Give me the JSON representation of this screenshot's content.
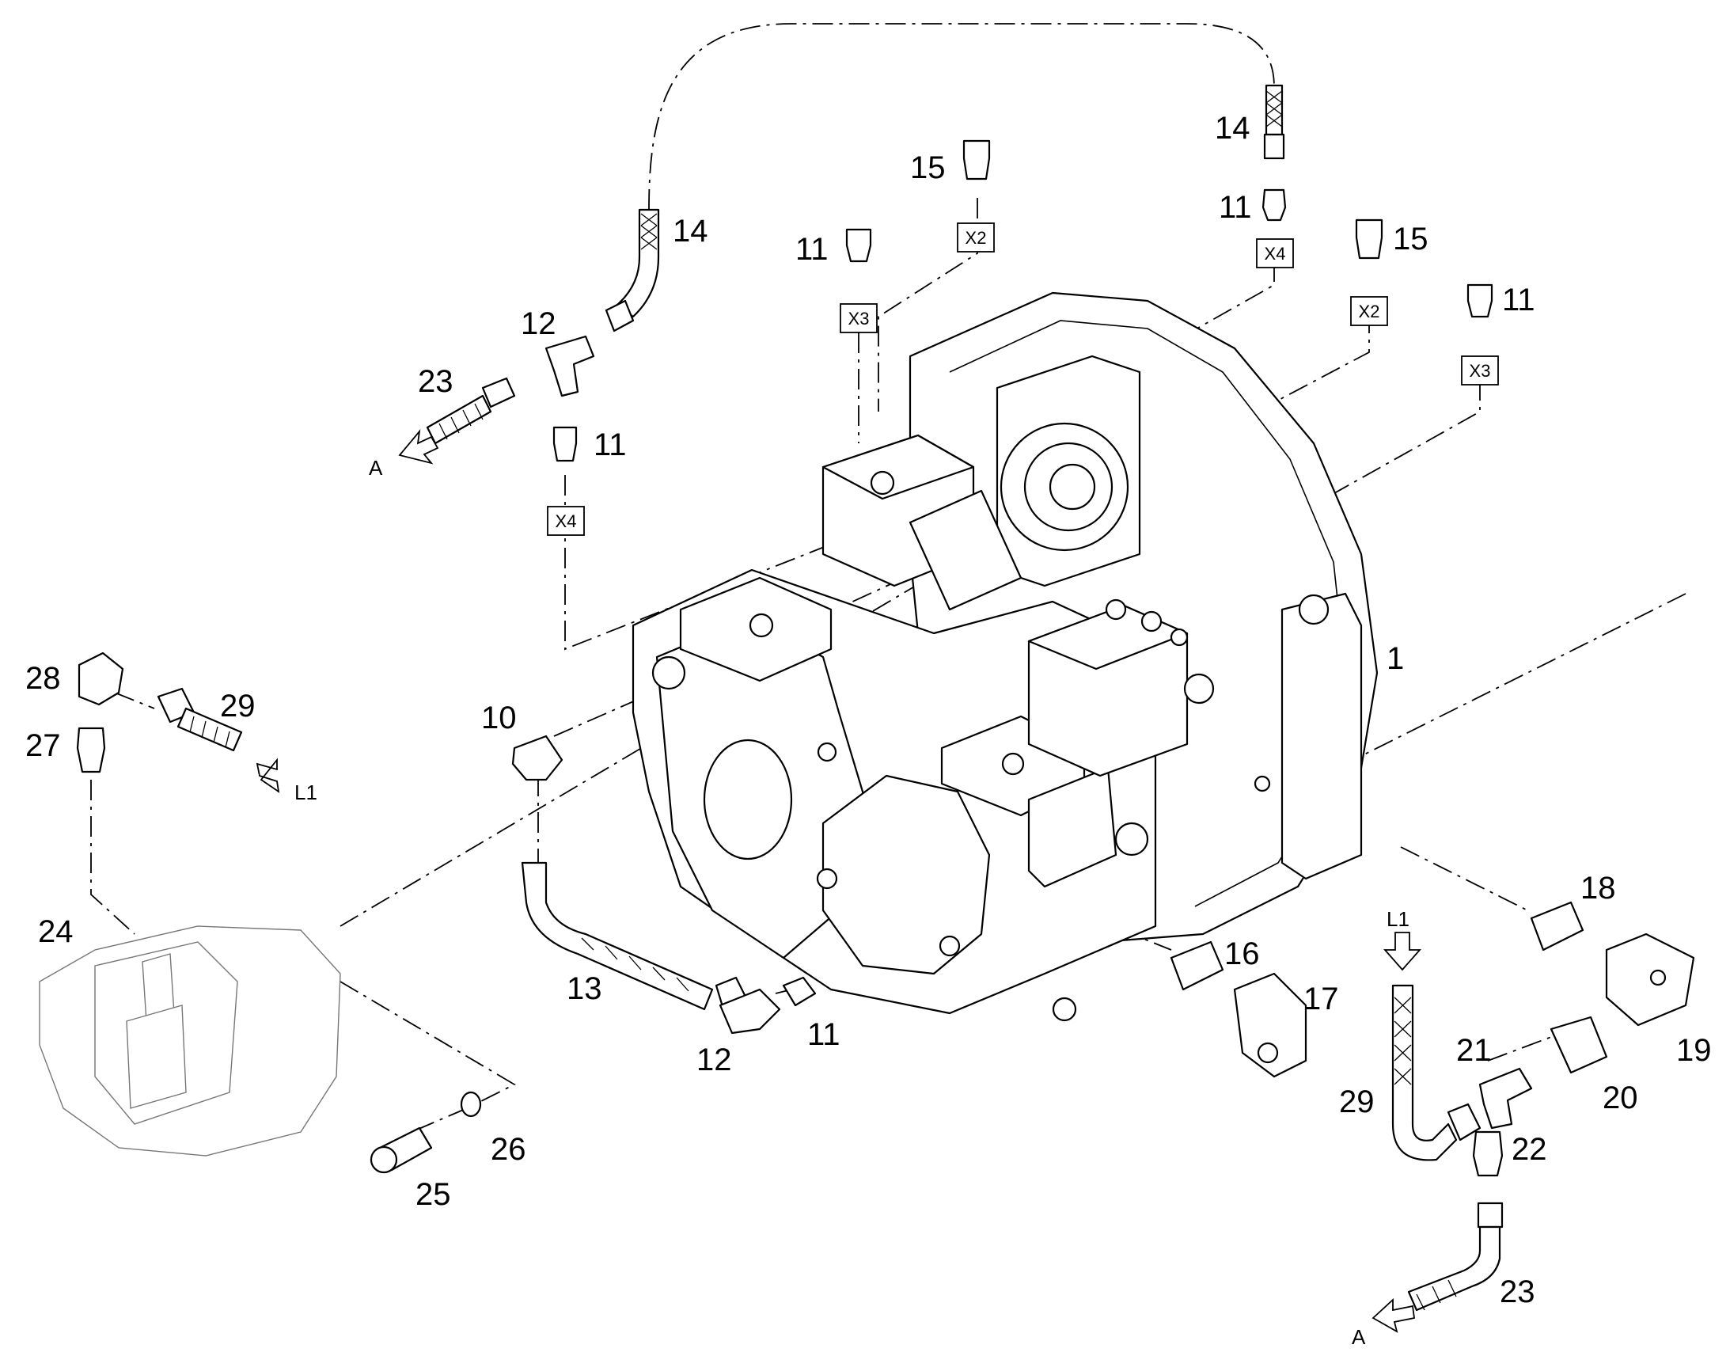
{
  "diagram": {
    "callouts": [
      {
        "id": "c1",
        "text": "1"
      },
      {
        "id": "c10",
        "text": "10"
      },
      {
        "id": "c11a",
        "text": "11"
      },
      {
        "id": "c11b",
        "text": "11"
      },
      {
        "id": "c11c",
        "text": "11"
      },
      {
        "id": "c11d",
        "text": "11"
      },
      {
        "id": "c11e",
        "text": "11"
      },
      {
        "id": "c12a",
        "text": "12"
      },
      {
        "id": "c12b",
        "text": "12"
      },
      {
        "id": "c13",
        "text": "13"
      },
      {
        "id": "c14a",
        "text": "14"
      },
      {
        "id": "c14b",
        "text": "14"
      },
      {
        "id": "c15a",
        "text": "15"
      },
      {
        "id": "c15b",
        "text": "15"
      },
      {
        "id": "c16",
        "text": "16"
      },
      {
        "id": "c17",
        "text": "17"
      },
      {
        "id": "c18",
        "text": "18"
      },
      {
        "id": "c19",
        "text": "19"
      },
      {
        "id": "c20",
        "text": "20"
      },
      {
        "id": "c21",
        "text": "21"
      },
      {
        "id": "c22",
        "text": "22"
      },
      {
        "id": "c23a",
        "text": "23"
      },
      {
        "id": "c23b",
        "text": "23"
      },
      {
        "id": "c24",
        "text": "24"
      },
      {
        "id": "c25",
        "text": "25"
      },
      {
        "id": "c26",
        "text": "26"
      },
      {
        "id": "c27",
        "text": "27"
      },
      {
        "id": "c28",
        "text": "28"
      },
      {
        "id": "c29a",
        "text": "29"
      },
      {
        "id": "c29b",
        "text": "29"
      }
    ],
    "ports": [
      {
        "id": "p1",
        "text": "X2"
      },
      {
        "id": "p2",
        "text": "X3"
      },
      {
        "id": "p3",
        "text": "X4"
      },
      {
        "id": "p4",
        "text": "X4"
      },
      {
        "id": "p5",
        "text": "X2"
      },
      {
        "id": "p6",
        "text": "X3"
      }
    ],
    "connections": [
      {
        "id": "a1",
        "text": "A"
      },
      {
        "id": "a2",
        "text": "A"
      },
      {
        "id": "l1",
        "text": "L1"
      },
      {
        "id": "l2",
        "text": "L1"
      }
    ]
  }
}
